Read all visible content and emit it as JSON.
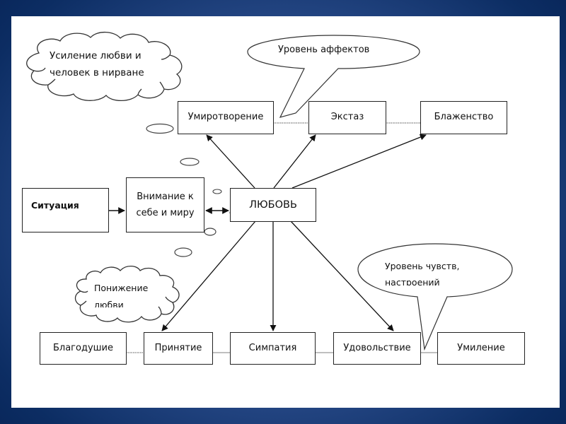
{
  "diagram": {
    "colors": {
      "background_dark": "#0c2d63",
      "background_light": "#4a6cb0",
      "panel": "#ffffff",
      "stroke": "#222222"
    },
    "clouds": {
      "top_left": {
        "line1": "Усиление любви и",
        "line2": "человек в нирване"
      },
      "bottom_left": {
        "line1": "Понижение",
        "line2": "любви"
      }
    },
    "callouts": {
      "affects": {
        "text": "Уровень аффектов"
      },
      "feelings": {
        "line1": "Уровень чувств,",
        "line2": "настроений"
      }
    },
    "nodes": {
      "situation": "Ситуация",
      "attention": {
        "line1": "Внимание к",
        "line2": "себе и миру"
      },
      "love": "ЛЮБОВЬ",
      "top_row": [
        "Умиротворение",
        "Экстаз",
        "Блаженство"
      ],
      "bottom_row": [
        "Благодушие",
        "Принятие",
        "Симпатия",
        "Удовольствие",
        "Умиление"
      ]
    },
    "edges": [
      {
        "from": "Ситуация",
        "to": "Внимание к себе и миру",
        "type": "arrow"
      },
      {
        "from": "Внимание к себе и миру",
        "to": "ЛЮБОВЬ",
        "type": "bidirectional-arrow"
      },
      {
        "from": "ЛЮБОВЬ",
        "to": "Умиротворение",
        "type": "arrow"
      },
      {
        "from": "ЛЮБОВЬ",
        "to": "Экстаз",
        "type": "arrow"
      },
      {
        "from": "ЛЮБОВЬ",
        "to": "Блаженство",
        "type": "arrow"
      },
      {
        "from": "ЛЮБОВЬ",
        "to": "Принятие",
        "type": "arrow"
      },
      {
        "from": "ЛЮБОВЬ",
        "to": "Симпатия",
        "type": "arrow"
      },
      {
        "from": "ЛЮБОВЬ",
        "to": "Удовольствие",
        "type": "arrow"
      },
      {
        "from": "Умиротворение",
        "to": "Экстаз",
        "type": "dotted-line"
      },
      {
        "from": "Экстаз",
        "to": "Блаженство",
        "type": "dotted-line"
      },
      {
        "from": "Благодушие",
        "to": "Принятие",
        "type": "dotted-line"
      },
      {
        "from": "Принятие",
        "to": "Симпатия",
        "type": "dotted-line"
      },
      {
        "from": "Симпатия",
        "to": "Удовольствие",
        "type": "dotted-line"
      },
      {
        "from": "Удовольствие",
        "to": "Умиление",
        "type": "dotted-line"
      }
    ]
  }
}
